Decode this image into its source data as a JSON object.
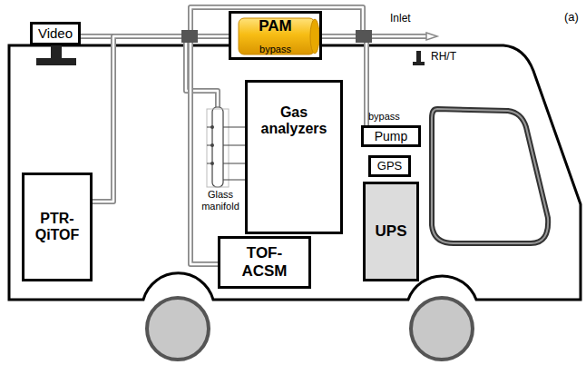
{
  "diagram": {
    "nodes": [
      {
        "text": [
          "Video"
        ]
      },
      {
        "text": [
          "PAM",
          "bypass"
        ]
      },
      {
        "text": [
          "Gas analyzers"
        ]
      },
      {
        "text": [
          "PTR-QiTOF"
        ]
      },
      {
        "text": [
          "TOF-ACSM"
        ]
      },
      {
        "text": [
          "Pump"
        ]
      },
      {
        "text": [
          "GPS"
        ]
      },
      {
        "text": [
          "UPS"
        ]
      }
    ],
    "edges": [
      {
        "from": 1,
        "to": 3,
        "arrow": "none"
      },
      {
        "from": 1,
        "to": 4,
        "arrow": "none"
      },
      {
        "from": 1,
        "to": 5,
        "arrow": "none"
      }
    ],
    "labels": [
      "Inlet",
      "RH/T",
      "bypass",
      "Glass manifold",
      "(a)"
    ]
  }
}
